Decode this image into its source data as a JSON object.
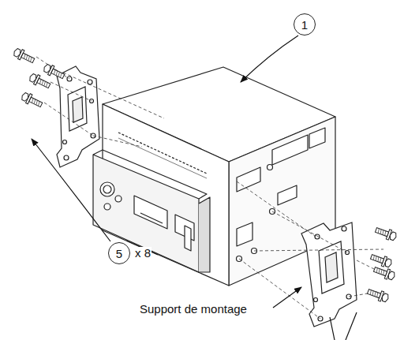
{
  "diagram": {
    "nodes": [
      {
        "text": [
          "1"
        ]
      },
      {
        "text": [
          "5"
        ]
      }
    ],
    "labels": [
      "x 8",
      "Support de montage"
    ]
  }
}
